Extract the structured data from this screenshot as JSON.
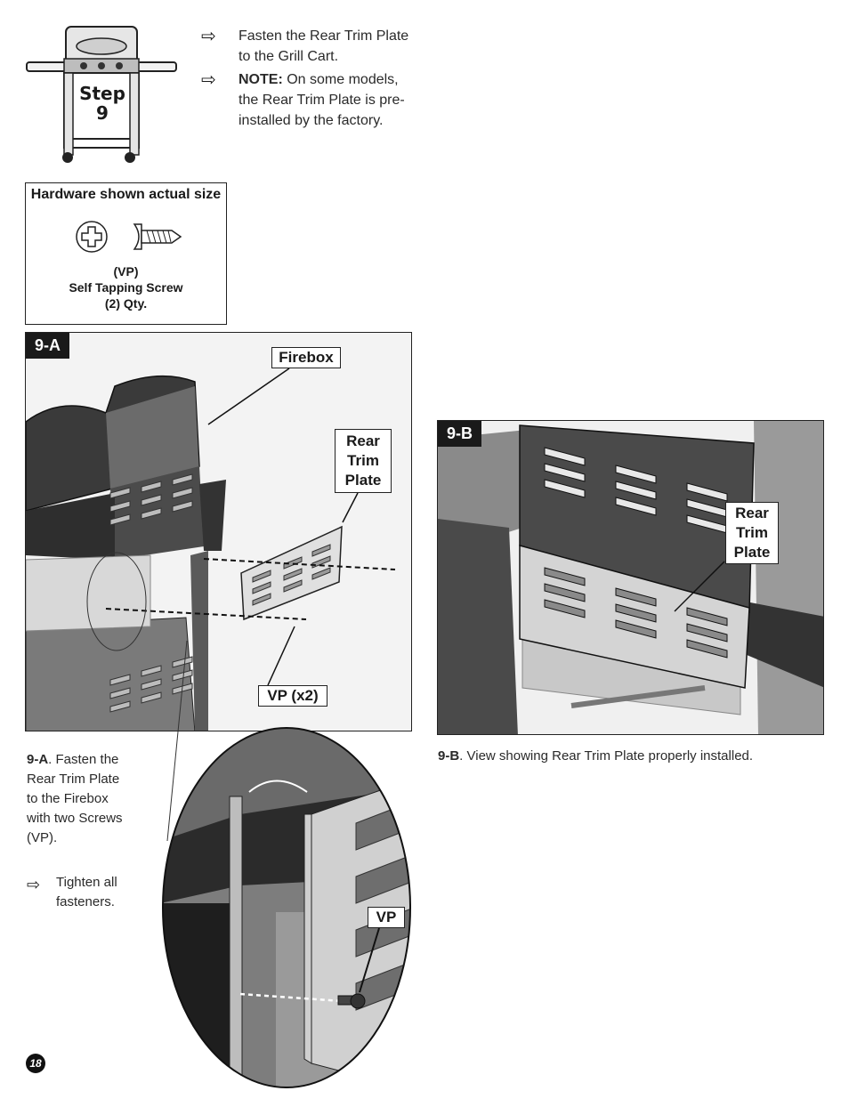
{
  "step": {
    "label": "Step",
    "number": "9"
  },
  "instructions": [
    {
      "text": "Fasten the Rear Trim Plate to the Grill Cart."
    },
    {
      "prefix": "NOTE:",
      "text": "On some models, the Rear Trim Plate is pre-installed by the factory."
    }
  ],
  "hardware": {
    "title": "Hardware shown actual size",
    "code": "(VP)",
    "name": "Self Tapping Screw",
    "qty": "(2) Qty."
  },
  "figure_a": {
    "tag": "9-A",
    "callouts": {
      "firebox": "Firebox",
      "rear_trim_plate": "Rear Trim Plate",
      "vp": "VP (x2)"
    },
    "caption_id": "9-A",
    "caption_text": ". Fasten the Rear Trim Plate to the Firebox with two Screws (VP).",
    "bullet": "Tighten all fasteners."
  },
  "detail": {
    "callout": "VP"
  },
  "figure_b": {
    "tag": "9-B",
    "callout": "Rear Trim Plate",
    "caption_id": "9-B",
    "caption_text": ". View showing Rear Trim Plate properly installed."
  },
  "page_number": "18"
}
